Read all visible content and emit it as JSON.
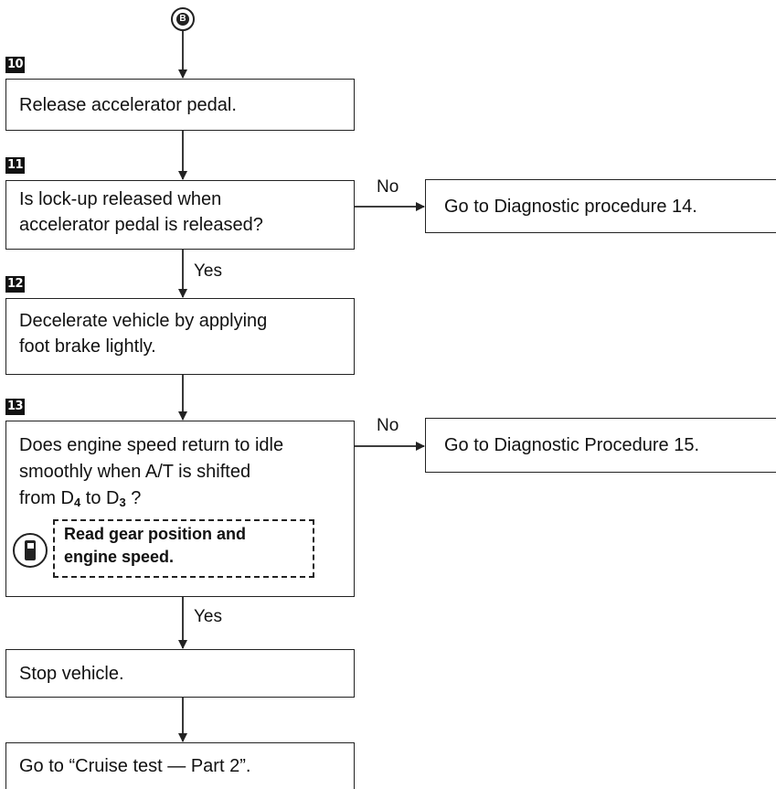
{
  "start_connector": "B",
  "steps": {
    "s10": "10",
    "s11": "11",
    "s12": "12",
    "s13": "13"
  },
  "boxes": {
    "release": "Release accelerator pedal.",
    "lockup_q": [
      "Is lock-up released when",
      "accelerator pedal is released?"
    ],
    "decelerate": [
      "Decelerate vehicle by applying",
      "foot brake lightly."
    ],
    "engine_q": {
      "line1": "Does engine speed return to idle",
      "line2": "smoothly when A/T is shifted",
      "line3_pre": "from D",
      "sub1": "4",
      "line3_mid": " to D",
      "sub2": "3",
      "line3_post": " ?"
    },
    "scanner_note": [
      "Read gear position and",
      "engine speed."
    ],
    "stop": "Stop vehicle.",
    "cruise": "Go to “Cruise test — Part 2”."
  },
  "side_boxes": {
    "diag14": "Go to Diagnostic procedure 14.",
    "diag15": "Go to Diagnostic Procedure 15."
  },
  "labels": {
    "no": "No",
    "yes": "Yes"
  },
  "icons": {
    "scanner": "handheld-tester-icon"
  }
}
